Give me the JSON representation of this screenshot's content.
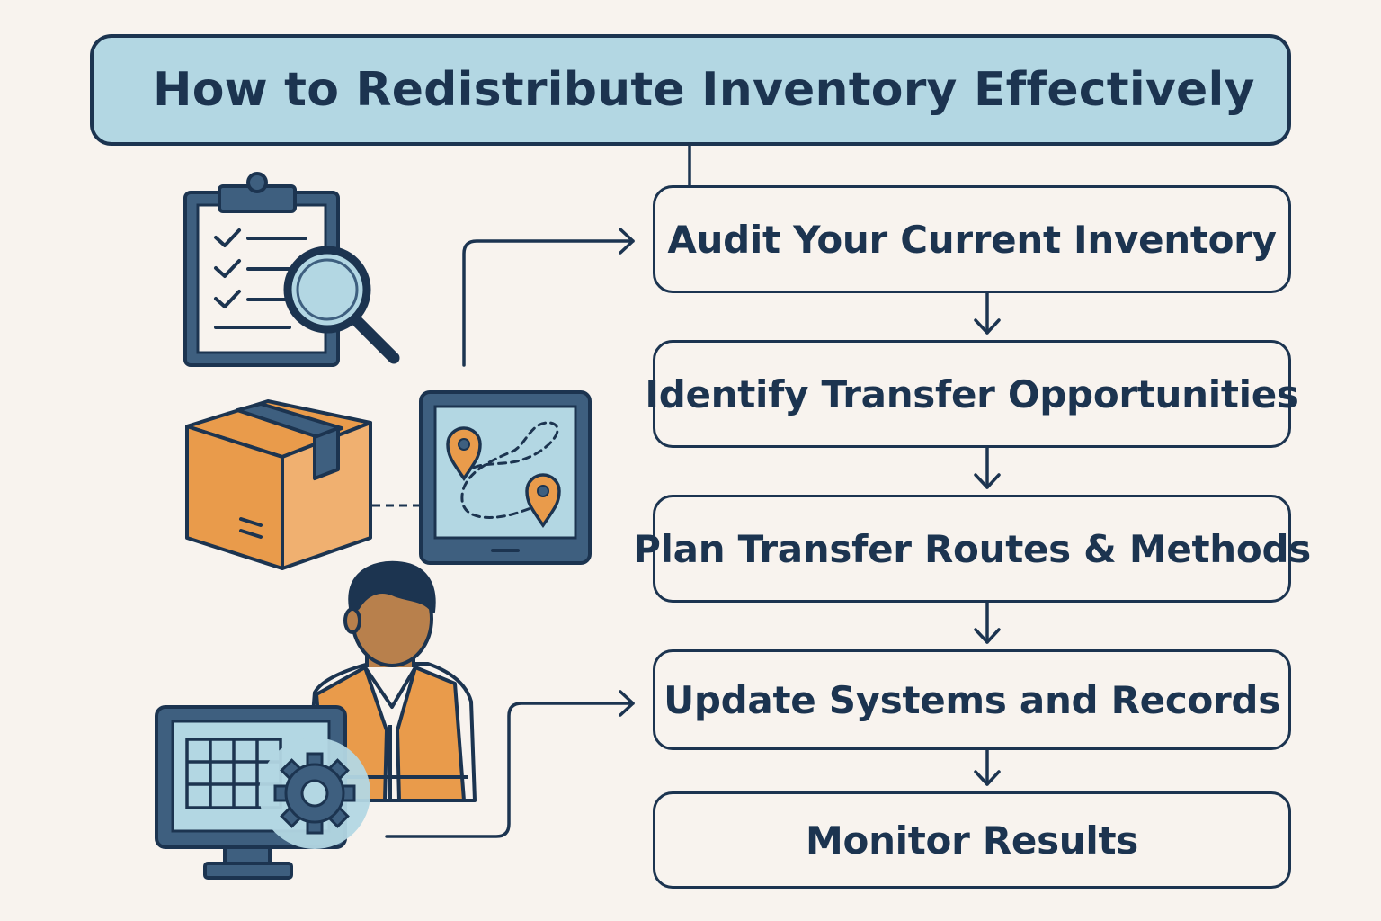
{
  "title": "How to Redistribute Inventory Effectively",
  "steps": [
    {
      "label": "Audit Your Current Inventory"
    },
    {
      "label": "Identify Transfer Opportunities"
    },
    {
      "label": "Plan Transfer Routes & Methods"
    },
    {
      "label": "Update Systems and Records"
    },
    {
      "label": "Monitor Results"
    }
  ],
  "colors": {
    "navy": "#1c3450",
    "light_blue": "#b3d7e3",
    "steel_blue": "#3e5f7f",
    "orange": "#e99b4b",
    "background": "#f8f3ee"
  },
  "icons": [
    "clipboard-checklist-icon",
    "magnifier-icon",
    "cardboard-box-icon",
    "tablet-map-icon",
    "location-pin-icon",
    "worker-avatar-icon",
    "monitor-spreadsheet-icon",
    "gear-icon"
  ]
}
